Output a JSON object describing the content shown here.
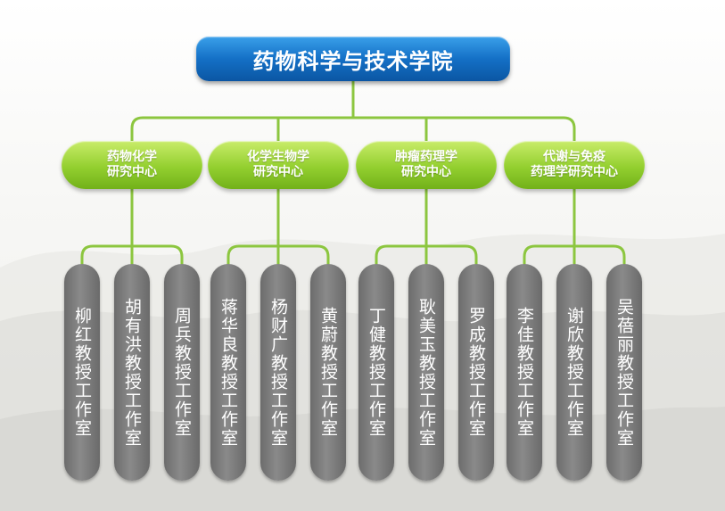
{
  "title": "药物科学与技术学院",
  "centers": [
    {
      "line1": "药物化学",
      "line2": "研究中心",
      "labs": [
        {
          "label": "柳红教授工作室"
        },
        {
          "label": "胡有洪教授工作室"
        },
        {
          "label": "周兵教授工作室"
        }
      ]
    },
    {
      "line1": "化学生物学",
      "line2": "研究中心",
      "labs": [
        {
          "label": "蒋华良教授工作室"
        },
        {
          "label": "杨财广教授工作室"
        },
        {
          "label": "黄蔚教授工作室"
        }
      ]
    },
    {
      "line1": "肿瘤药理学",
      "line2": "研究中心",
      "labs": [
        {
          "label": "丁健教授工作室"
        },
        {
          "label": "耿美玉教授工作室"
        },
        {
          "label": "罗成教授工作室"
        }
      ]
    },
    {
      "line1": "代谢与免疫",
      "line2": "药理学研究中心",
      "labs": [
        {
          "label": "李佳教授工作室"
        },
        {
          "label": "谢欣教授工作室"
        },
        {
          "label": "吴蓓丽教授工作室"
        }
      ]
    }
  ],
  "colors": {
    "root": "#1470c6",
    "center": "#8cc63f",
    "lab": "#7a7a7a",
    "connector": "#8cc63f"
  }
}
